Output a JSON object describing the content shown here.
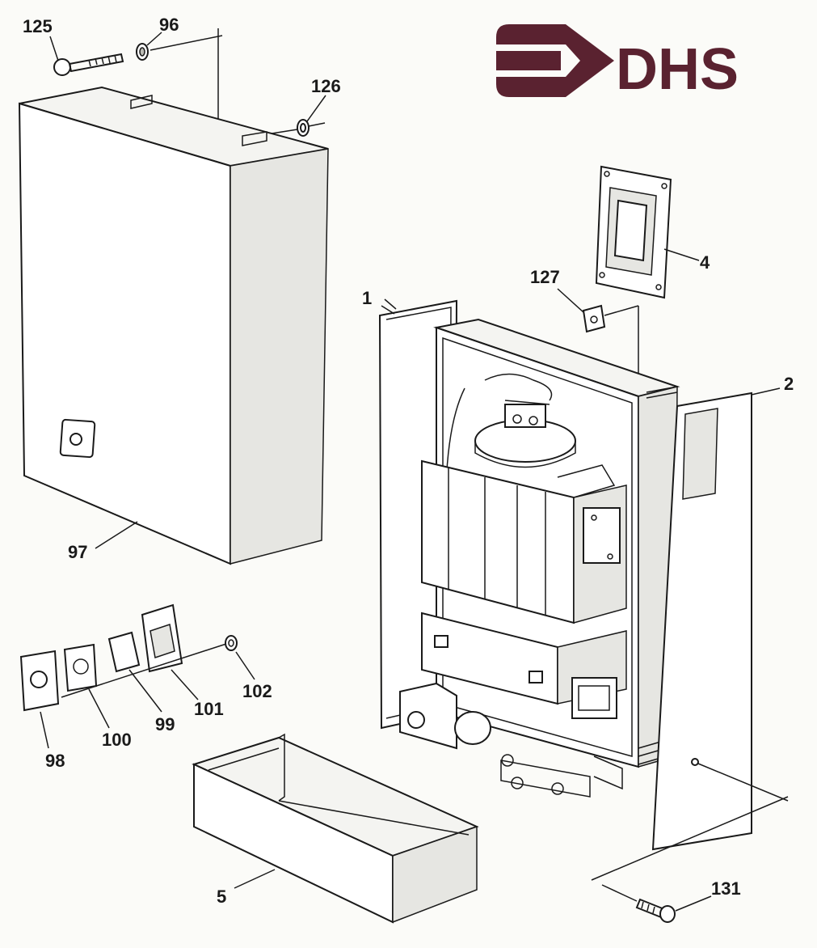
{
  "logo": {
    "text": "DHS",
    "color": "#5a2230"
  },
  "part_labels": {
    "p125": "125",
    "p96": "96",
    "p126": "126",
    "p4": "4",
    "p127": "127",
    "p1": "1",
    "p2": "2",
    "p97": "97",
    "p98": "98",
    "p100": "100",
    "p99": "99",
    "p101": "101",
    "p102": "102",
    "p5": "5",
    "p131": "131"
  }
}
